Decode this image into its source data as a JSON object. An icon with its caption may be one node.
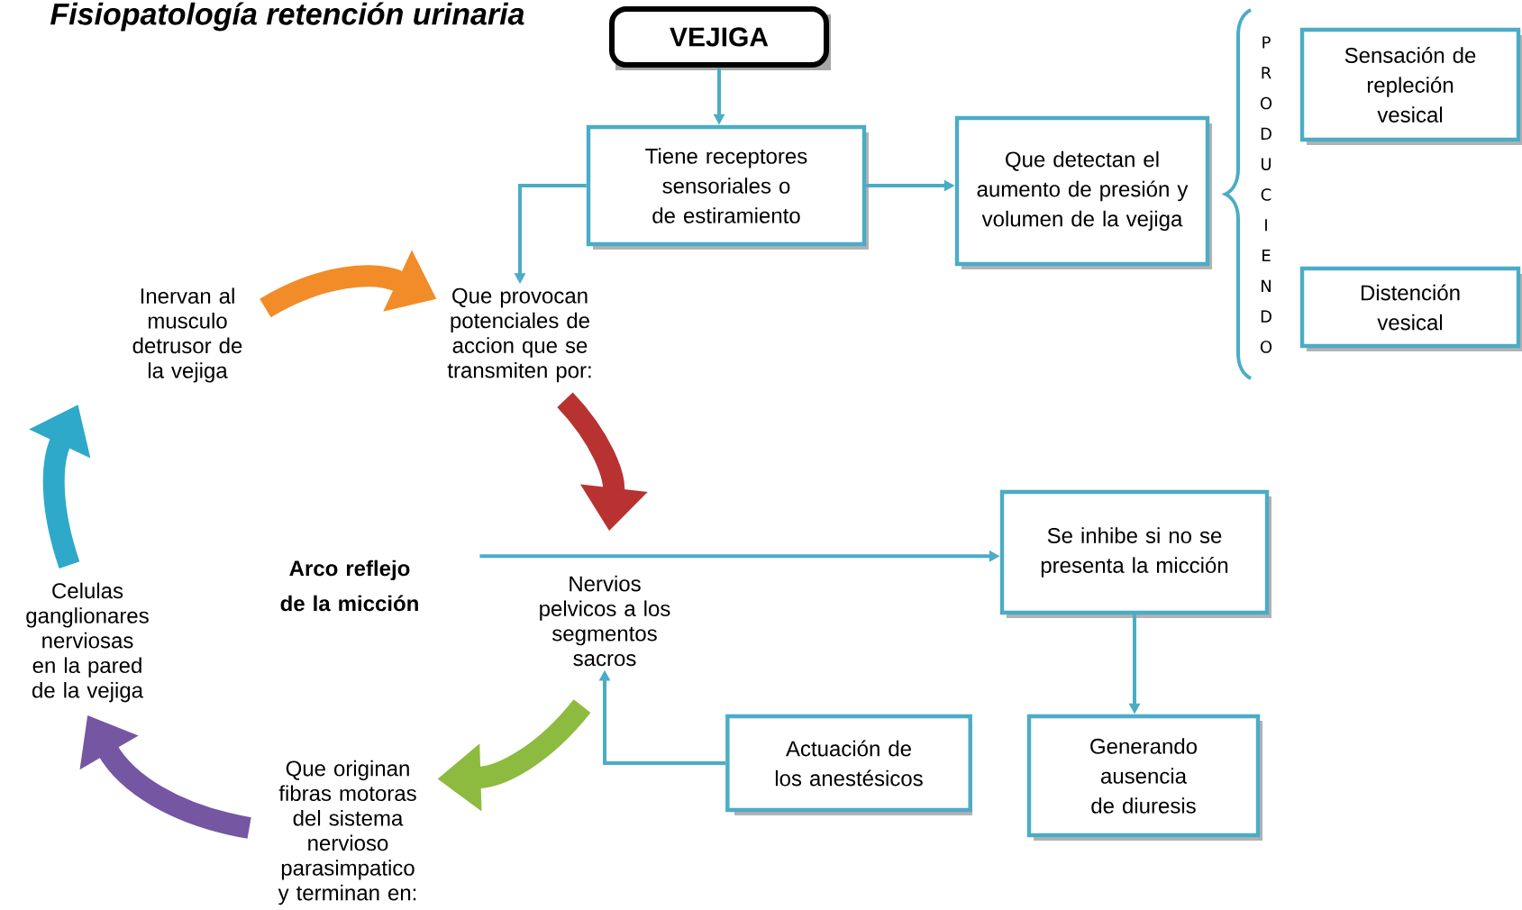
{
  "diagram": {
    "title": "Fisiopatología retención urinaria",
    "nodes": [
      {
        "text": [
          "VEJIGA"
        ]
      },
      {
        "text": [
          "Tiene receptores sensoriales o de estiramiento"
        ]
      },
      {
        "text": [
          "Que detectan el aumento de presión y volumen de la vejiga"
        ]
      },
      {
        "text": [
          "Sensación de repleción vesical"
        ]
      },
      {
        "text": [
          "Distención vesical"
        ]
      },
      {
        "text": [
          "Inervan al musculo detrusor de la vejiga"
        ]
      },
      {
        "text": [
          "Que provocan potenciales de accion que se transmiten por:"
        ]
      },
      {
        "text": [
          "Arco reflejo de la micción"
        ]
      },
      {
        "text": [
          "Nervios pelvicos a los segmentos sacros"
        ]
      },
      {
        "text": [
          "Se inhibe si no se presenta la micción"
        ]
      },
      {
        "text": [
          "Celulas ganglionares nerviosas en la pared de la vejiga"
        ]
      },
      {
        "text": [
          "Actuación de los anestésicos"
        ]
      },
      {
        "text": [
          "Generando ausencia de diuresis"
        ]
      },
      {
        "text": [
          "Que originan fibras motoras del sistema nervioso parasimpatico y terminan en:"
        ]
      }
    ],
    "edges": [
      {
        "from": 0,
        "to": 1,
        "arrow": "to"
      },
      {
        "from": 1,
        "to": 2,
        "arrow": "to"
      },
      {
        "from": 1,
        "to": 6,
        "arrow": "to"
      },
      {
        "from": 5,
        "to": 6,
        "arrow": "to",
        "style": "thick",
        "color": "#f28c28"
      },
      {
        "from": 6,
        "to": 8,
        "arrow": "to",
        "style": "thick",
        "color": "#b83232"
      },
      {
        "from": 7,
        "to": 9,
        "arrow": "to"
      },
      {
        "from": 9,
        "to": 12,
        "arrow": "to"
      },
      {
        "from": 11,
        "to": 8,
        "arrow": "to"
      },
      {
        "from": 8,
        "to": 13,
        "arrow": "to",
        "style": "thick",
        "color": "#8dbb3f"
      },
      {
        "from": 13,
        "to": 10,
        "arrow": "to",
        "style": "thick",
        "color": "#7456a3"
      },
      {
        "from": 10,
        "to": 5,
        "arrow": "to",
        "style": "thick",
        "color": "#2ea9c9"
      }
    ],
    "labels": [
      "PRODUCIENDO"
    ]
  }
}
